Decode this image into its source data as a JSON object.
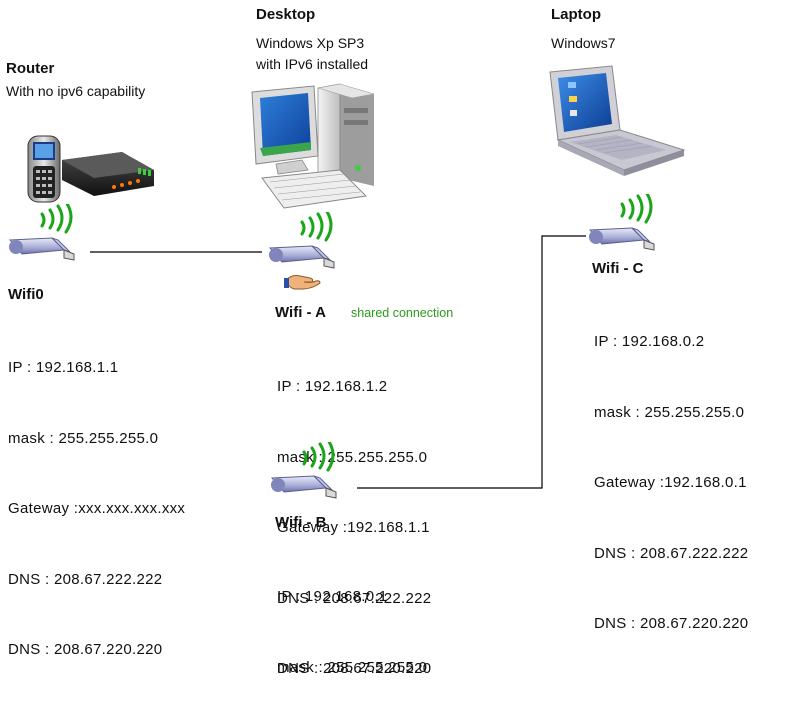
{
  "router": {
    "title": "Router",
    "subtitle": "With no ipv6 capability",
    "wifi": {
      "name": "Wifi0",
      "lines": [
        "IP : 192.168.1.1",
        "mask : 255.255.255.0",
        "Gateway :xxx.xxx.xxx.xxx",
        "DNS : 208.67.222.222",
        "DNS : 208.67.220.220"
      ]
    }
  },
  "desktop": {
    "title": "Desktop",
    "subtitle_line1": "Windows Xp SP3",
    "subtitle_line2": "with IPv6 installed",
    "wifi_a": {
      "name": "Wifi - A",
      "note": "shared connection",
      "lines": [
        "IP : 192.168.1.2",
        "mask : 255.255.255.0",
        "Gateway :192.168.1.1",
        "DNS : 208.67.222.222",
        "DNS : 208.67.220.220"
      ]
    },
    "wifi_b": {
      "name": "Wifi - B",
      "lines": [
        "IP : 192.168.0.1",
        "mask : 255.255.255.0"
      ]
    }
  },
  "laptop": {
    "title": "Laptop",
    "subtitle": "Windows7",
    "wifi": {
      "name": "Wifi - C",
      "lines": [
        "IP : 192.168.0.2",
        "mask : 255.255.255.0",
        "Gateway :192.168.0.1",
        "DNS : 208.67.222.222",
        "DNS : 208.67.220.220"
      ]
    }
  },
  "colors": {
    "signal": "#19a619",
    "shared_text": "#2a9a1a",
    "wire": "#000000"
  }
}
